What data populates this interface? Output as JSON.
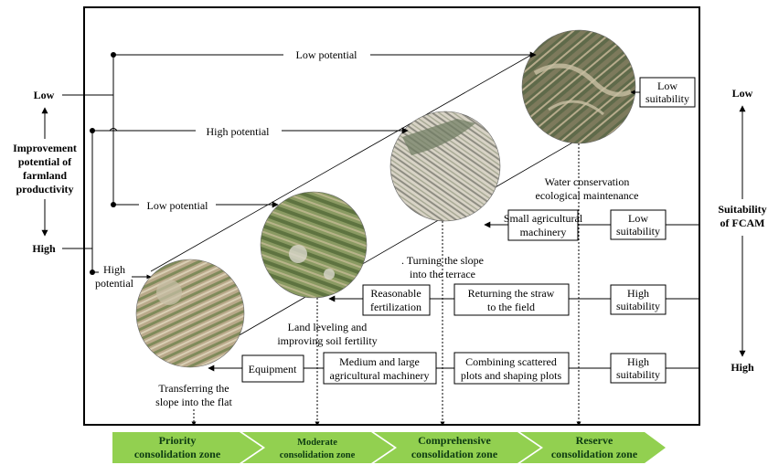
{
  "left_axis": {
    "low": "Low",
    "title_lines": [
      "Improvement",
      "potential of",
      "farmland",
      "productivity"
    ],
    "high": "High"
  },
  "right_axis": {
    "low": "Low",
    "title_lines": [
      "Suitability",
      "of FCAM"
    ],
    "high": "High"
  },
  "potential_labels": {
    "row1": "Low potential",
    "row2": "High potential",
    "row3": "Low potential",
    "row4_lines": [
      "High",
      "potential"
    ]
  },
  "suitability_boxes": {
    "top_lines": [
      "Low",
      "suitability"
    ],
    "row_low_lines": [
      "Low",
      "suitability"
    ],
    "row_high1_lines": [
      "High",
      "suitability"
    ],
    "row_high2_lines": [
      "High",
      "suitability"
    ]
  },
  "measures": {
    "water_lines": [
      "Water conservation",
      "ecological maintenance"
    ],
    "small_machinery_lines": [
      "Small agricultural",
      "machinery"
    ],
    "terrace_lines": [
      ". Turning the slope",
      "into the terrace"
    ],
    "fertilization_lines": [
      "Reasonable",
      "fertilization"
    ],
    "straw_lines": [
      "Returning the straw",
      "to the field"
    ],
    "leveling_lines": [
      "Land leveling and",
      "improving soil fertility"
    ],
    "equipment": "Equipment",
    "medium_machinery_lines": [
      "Medium and large",
      "agricultural machinery"
    ],
    "combining_lines": [
      "Combining scattered",
      "plots and shaping plots"
    ],
    "flat_lines": [
      "Transferring the",
      "slope into the flat"
    ]
  },
  "zones": [
    {
      "line1": "Priority",
      "line2": "consolidation zone"
    },
    {
      "line1": "Moderate",
      "line2": "consolidation zone"
    },
    {
      "line1": "Comprehensive",
      "line2": "consolidation zone"
    },
    {
      "line1": "Reserve",
      "line2": "consolidation zone"
    }
  ],
  "colors": {
    "zone_green": "#92d050",
    "zone_text": "#0d3b12"
  }
}
